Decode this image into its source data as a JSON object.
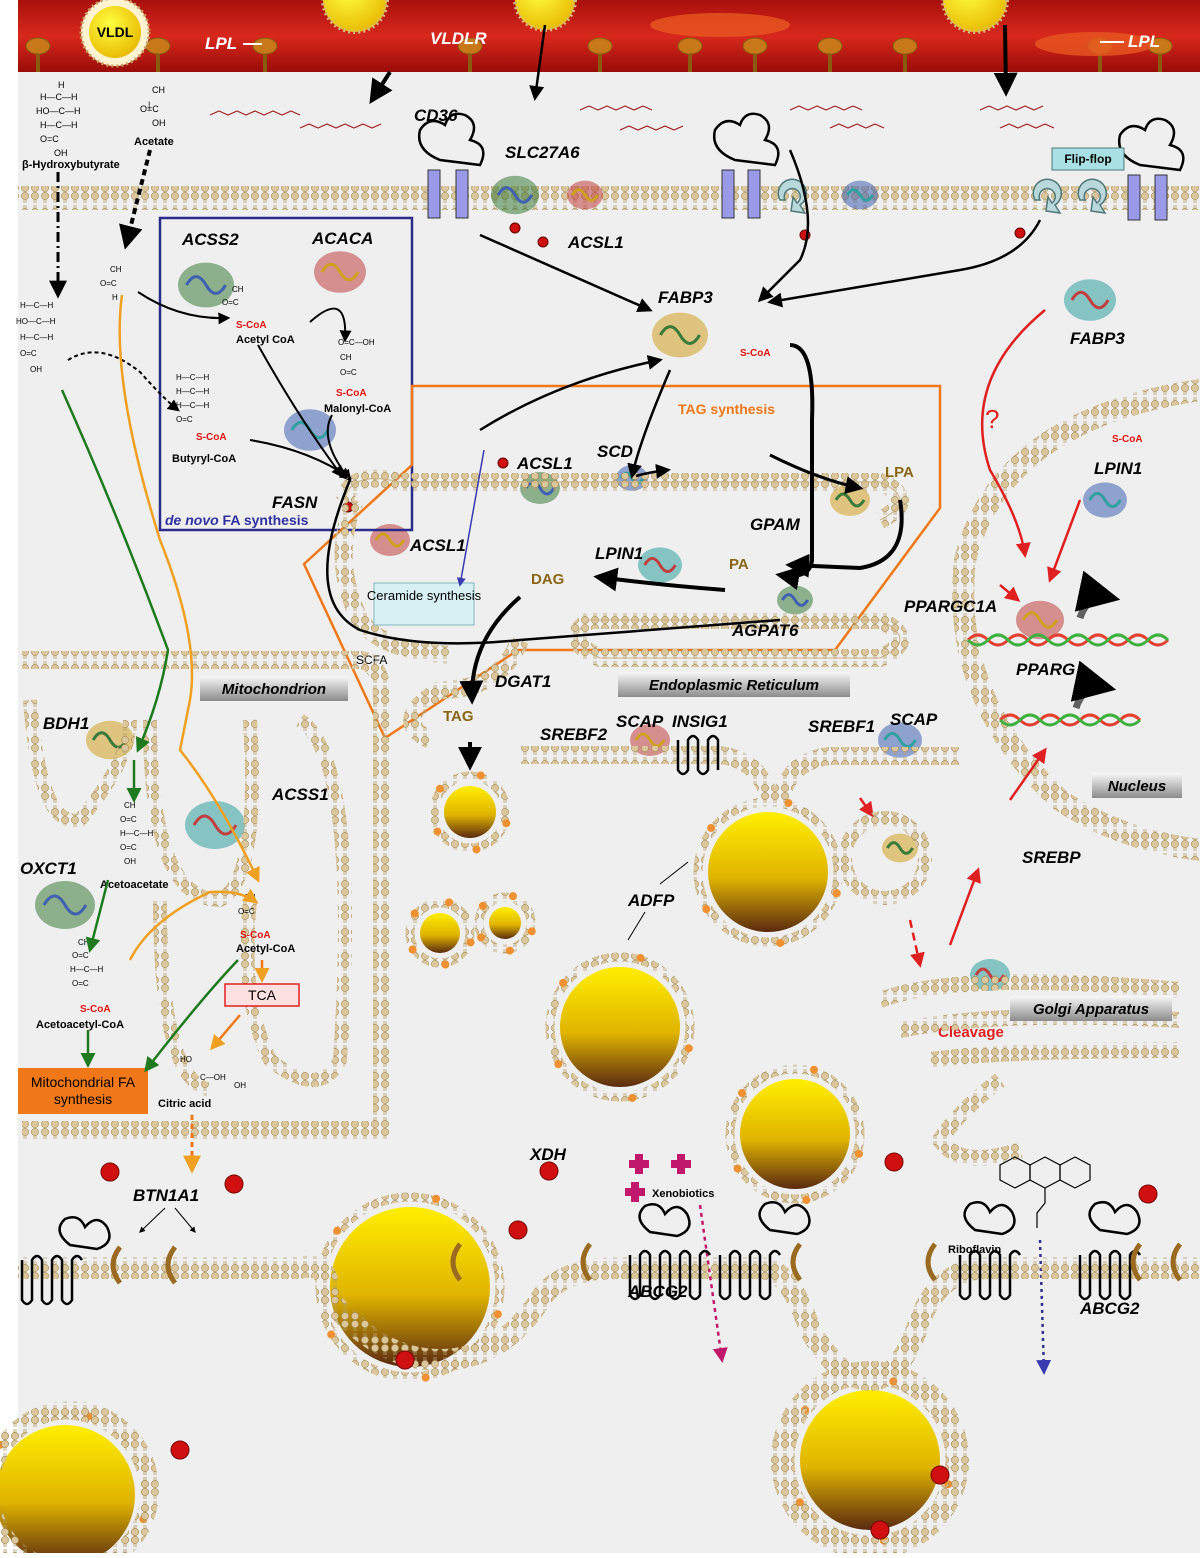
{
  "colors": {
    "blood": "#cc1a12",
    "cytoplasm": "#efefef",
    "membrane_head": "#d9c49a",
    "lipid_droplet": "#f4d800",
    "de_novo_box": "#2b2b8c",
    "tag_box": "#f07818",
    "green_arrow": "#1f7a1f",
    "orange_arrow": "#f0a020",
    "red_arrow": "#e02020",
    "xenobiotic": "#c0186a",
    "riboflavin_arrow": "#303090"
  },
  "blood": {
    "vldl_label": "VLDL",
    "lpl_left": "LPL",
    "vldlr": "VLDLR",
    "lpl_right": "LPL"
  },
  "uptake": {
    "cd36": "CD36",
    "slc27a6": "SLC27A6",
    "acsl1_top": "ACSL1",
    "fabp3_center": "FABP3",
    "fabp3_right": "FABP3",
    "flip_flop": "Flip-flop"
  },
  "ketones": {
    "beta_hydroxybutyrate": "β-Hydroxybutyrate",
    "acetate": "Acetate"
  },
  "de_novo": {
    "acss2": "ACSS2",
    "acaca": "ACACA",
    "acetyl_coa": "Acetyl CoA",
    "malonyl_coa": "Malonyl-CoA",
    "butyryl_coa": "Butyryl-CoA",
    "fasn": "FASN",
    "box_title_italic": "de novo",
    "box_title_rest": " FA synthesis",
    "s_coa": "S-CoA"
  },
  "tag": {
    "title": "TAG synthesis",
    "acsl1_a": "ACSL1",
    "acsl1_b": "ACSL1",
    "scd": "SCD",
    "lpa": "LPA",
    "gpam": "GPAM",
    "lpin1": "LPIN1",
    "pa": "PA",
    "dag": "DAG",
    "ceramide": "Ceramide synthesis",
    "agpat6": "AGPAT6",
    "dgat1": "DGAT1",
    "tag_label": "TAG",
    "scfa": "SCFA"
  },
  "plates": {
    "mitochondrion": "Mitochondrion",
    "er": "Endoplasmic Reticulum",
    "nucleus": "Nucleus",
    "golgi": "Golgi Apparatus"
  },
  "nucleus": {
    "question": "?",
    "lpin1": "LPIN1",
    "ppargc1a": "PPARGC1A",
    "pparg": "PPARG"
  },
  "srebp": {
    "srebf2": "SREBF2",
    "scap_a": "SCAP",
    "insig1": "INSIG1",
    "srebf1": "SREBF1",
    "scap_b": "SCAP",
    "srebp": "SREBP",
    "cleavage": "Cleavage"
  },
  "mito": {
    "bdh1": "BDH1",
    "acss1": "ACSS1",
    "oxct1": "OXCT1",
    "acetoacetate": "Acetoacetate",
    "acetoacetyl_coa": "Acetoacetyl-CoA",
    "acetyl_coa": "Acetyl-CoA",
    "tca": "TCA",
    "mito_fa_synthesis": "Mitochondrial FA synthesis",
    "citric_acid": "Citric acid"
  },
  "secretion": {
    "adfp": "ADFP",
    "xdh": "XDH",
    "btn1a1": "BTN1A1",
    "xenobiotics": "Xenobiotics",
    "abcg2_a": "ABCG2",
    "riboflavin": "Riboflavin",
    "abcg2_b": "ABCG2"
  }
}
